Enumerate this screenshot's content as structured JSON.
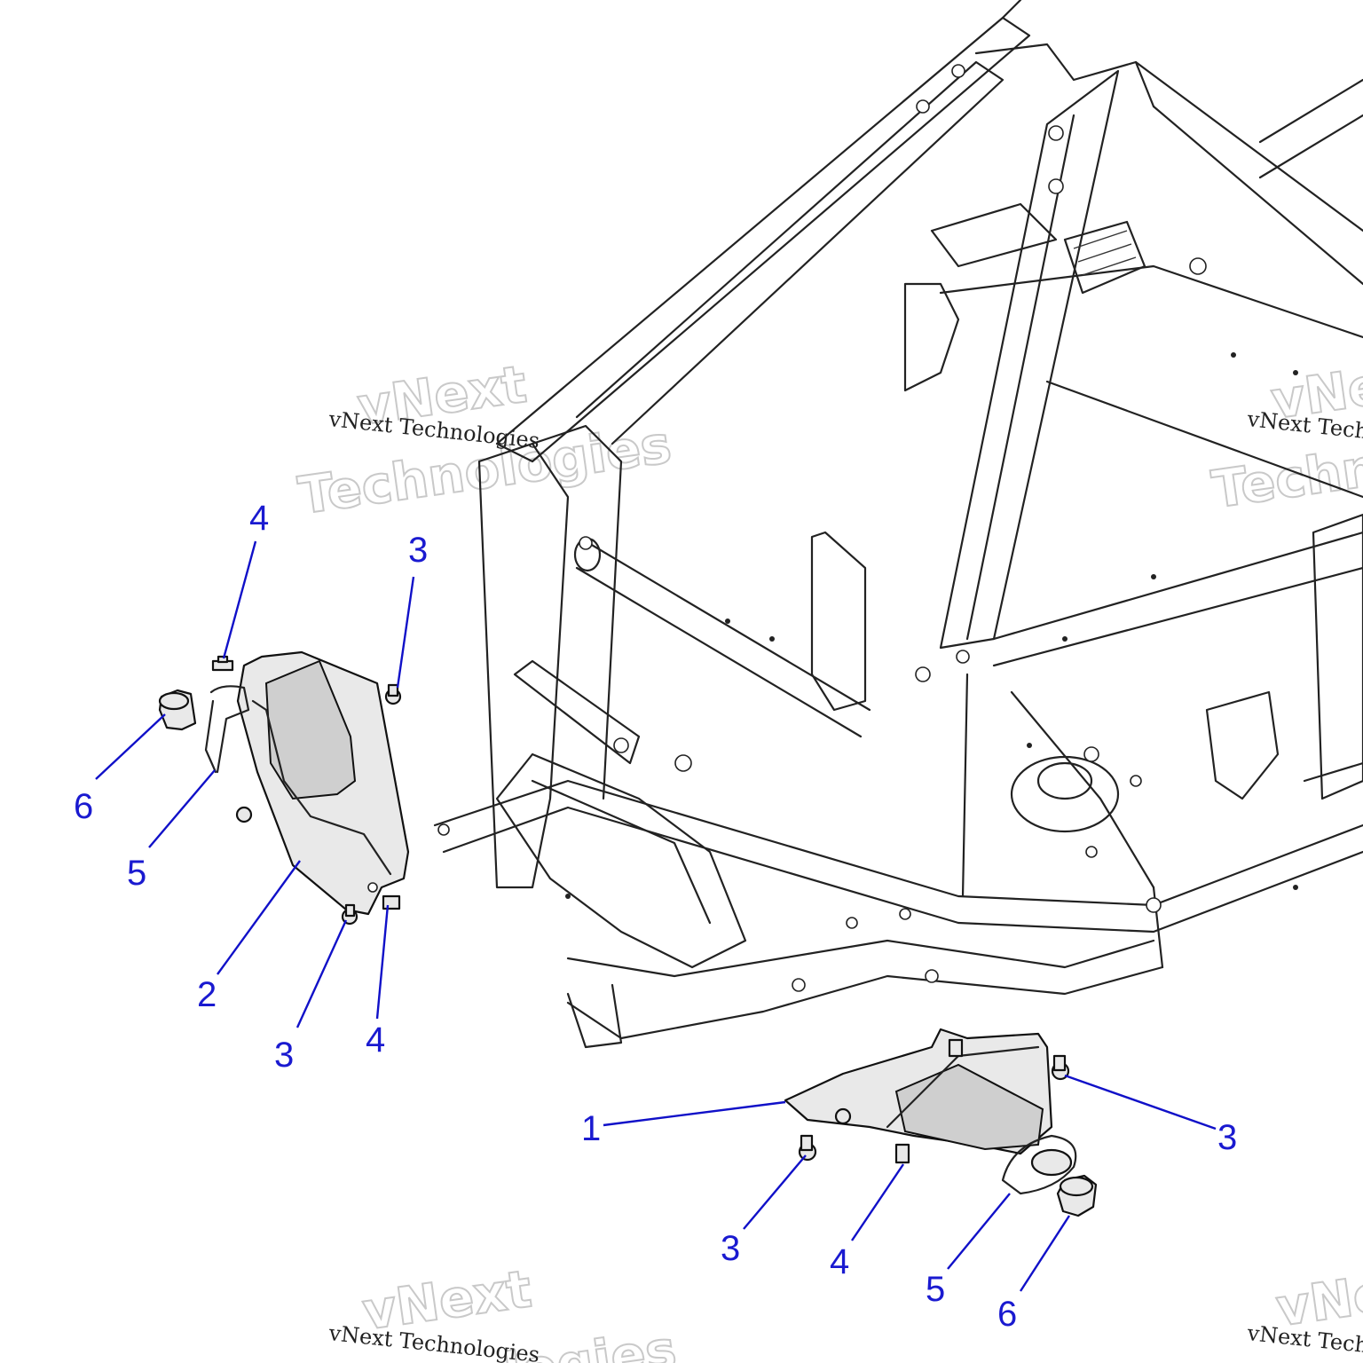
{
  "watermark": {
    "small_text": "vNext Technologies",
    "big_line1": "vNext",
    "big_line2": "Technologies"
  },
  "callouts": [
    {
      "label": "1",
      "part": "rear-deflector-right"
    },
    {
      "label": "2",
      "part": "rear-deflector-left"
    },
    {
      "label": "3",
      "part": "push-rivet"
    },
    {
      "label": "4",
      "part": "screw"
    },
    {
      "label": "5",
      "part": "clip"
    },
    {
      "label": "6",
      "part": "grommet"
    }
  ],
  "colors": {
    "callout": "#1a1ad0",
    "line": "#222222",
    "part_fill": "#e9e9e9"
  }
}
